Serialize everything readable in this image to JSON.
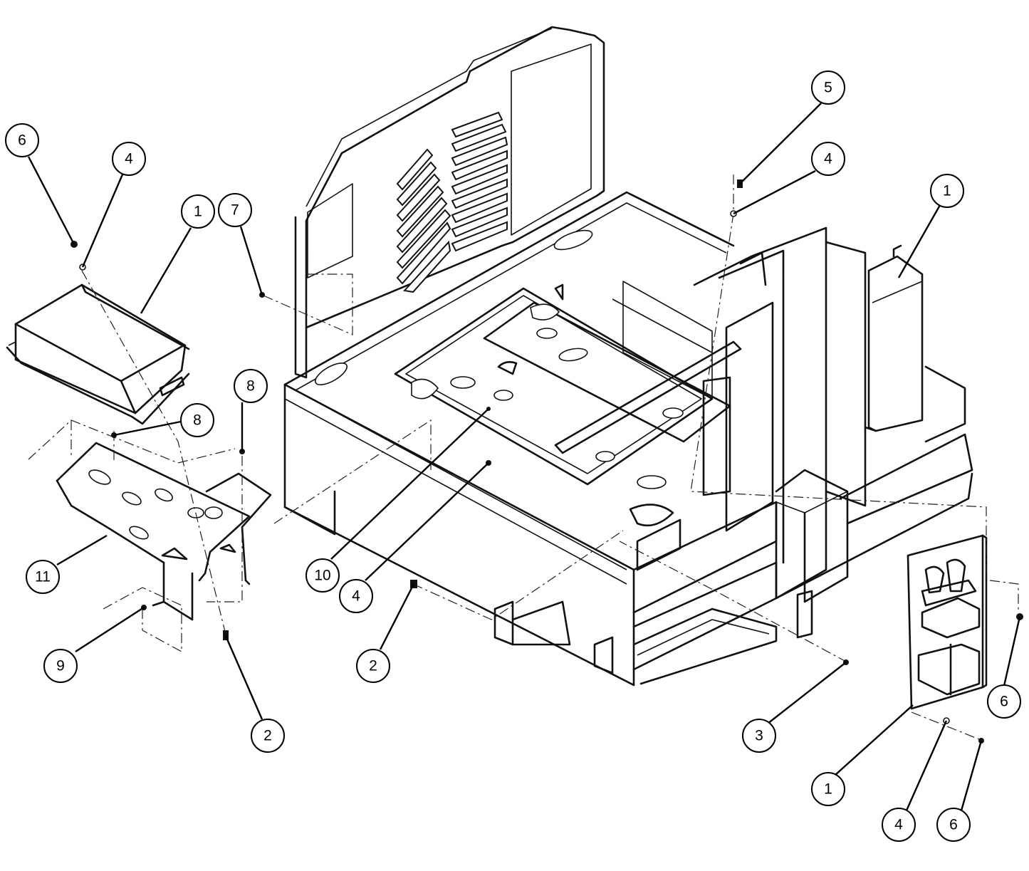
{
  "callouts": [
    {
      "id": "c6a",
      "label": "6"
    },
    {
      "id": "c4a",
      "label": "4"
    },
    {
      "id": "c1a",
      "label": "1"
    },
    {
      "id": "c7",
      "label": "7"
    },
    {
      "id": "c8a",
      "label": "8"
    },
    {
      "id": "c8b",
      "label": "8"
    },
    {
      "id": "c11",
      "label": "11"
    },
    {
      "id": "c9",
      "label": "9"
    },
    {
      "id": "c2a",
      "label": "2"
    },
    {
      "id": "c10",
      "label": "10"
    },
    {
      "id": "c4b",
      "label": "4"
    },
    {
      "id": "c2b",
      "label": "2"
    },
    {
      "id": "c5",
      "label": "5"
    },
    {
      "id": "c4c",
      "label": "4"
    },
    {
      "id": "c1b",
      "label": "1"
    },
    {
      "id": "c3",
      "label": "3"
    },
    {
      "id": "c1c",
      "label": "1"
    },
    {
      "id": "c4d",
      "label": "4"
    },
    {
      "id": "c6b",
      "label": "6"
    },
    {
      "id": "c6c",
      "label": "6"
    }
  ]
}
